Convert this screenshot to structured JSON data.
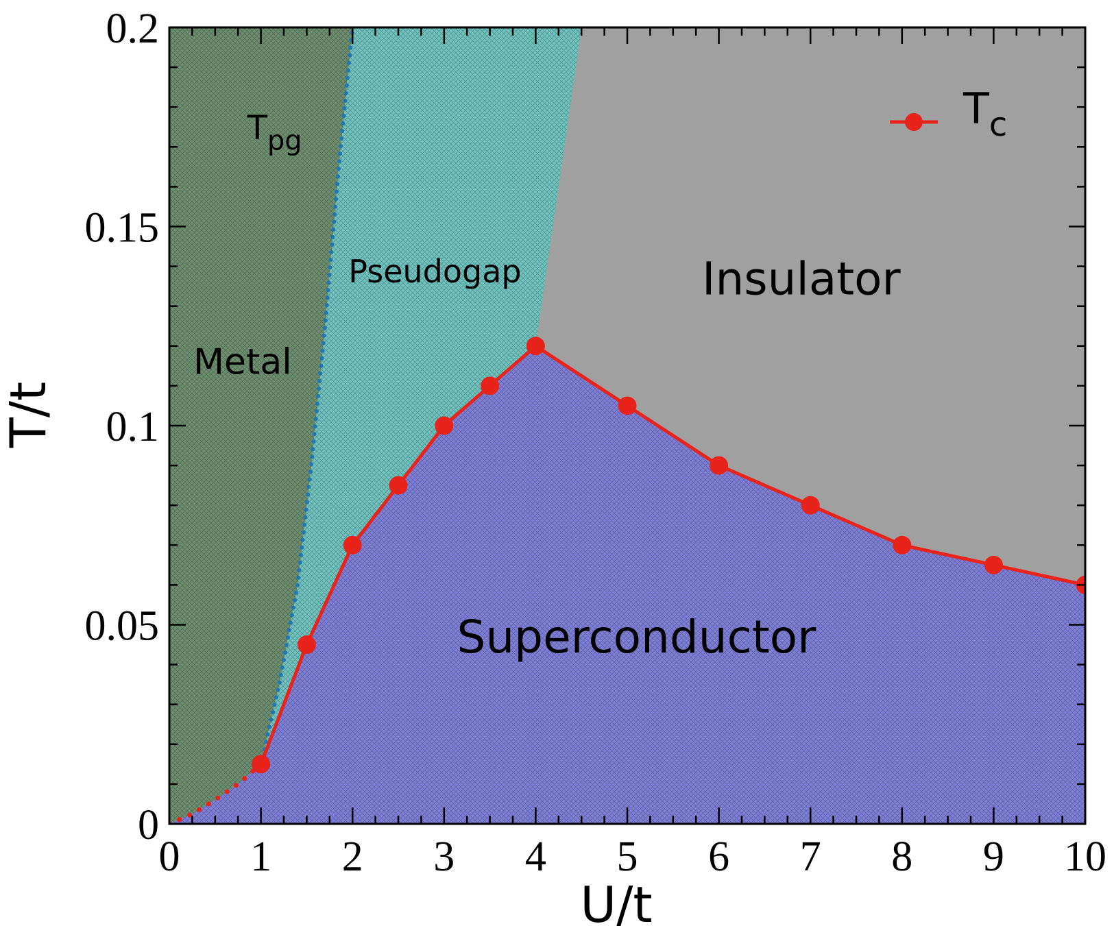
{
  "chart_data": {
    "type": "line",
    "title": "",
    "xlabel": "U/t",
    "ylabel": "T/t",
    "xlim": [
      0,
      10
    ],
    "ylim": [
      0,
      0.2
    ],
    "x_ticks": [
      "0",
      "1",
      "2",
      "3",
      "4",
      "5",
      "6",
      "7",
      "8",
      "9",
      "10"
    ],
    "y_ticks": [
      "0",
      "0.05",
      "0.1",
      "0.15",
      "0.2"
    ],
    "grid": false,
    "legend_position": "top-right",
    "series": [
      {
        "name": "T",
        "name_subscript": "c",
        "color": "#e8231c",
        "marker": "circle",
        "x": [
          1,
          1.5,
          2,
          2.5,
          3,
          3.5,
          4,
          5,
          6,
          7,
          8,
          9,
          10
        ],
        "y": [
          0.015,
          0.045,
          0.07,
          0.085,
          0.1,
          0.11,
          0.12,
          0.105,
          0.09,
          0.08,
          0.07,
          0.065,
          0.06
        ]
      },
      {
        "name": "",
        "style": "dotted",
        "color": "#e8231c",
        "x": [
          0,
          0.25,
          0.5,
          0.75,
          1
        ],
        "y": [
          0,
          0.0025,
          0.006,
          0.01,
          0.015
        ]
      },
      {
        "name": "",
        "style": "dotted",
        "color": "#1f77b4",
        "x": [
          1,
          1.2,
          1.4,
          1.55,
          1.7,
          1.85,
          2.0
        ],
        "y": [
          0.015,
          0.035,
          0.06,
          0.09,
          0.125,
          0.165,
          0.2
        ]
      }
    ],
    "annotations": [
      {
        "id": "metal",
        "text": "Metal",
        "x": 0.8,
        "y": 0.113
      },
      {
        "id": "tpg",
        "text": "T",
        "sub": "pg",
        "x": 1.15,
        "y": 0.172
      },
      {
        "id": "pseudogap",
        "text": "Pseudogap",
        "x": 2.9,
        "y": 0.136
      },
      {
        "id": "insulator",
        "text": "Insulator",
        "x": 6.9,
        "y": 0.133
      },
      {
        "id": "superconductor",
        "text": "Superconductor",
        "x": 5.1,
        "y": 0.043
      }
    ],
    "regions": {
      "metal": "#6e8e70",
      "pseudogap": "#6fc2bd",
      "insulator": "#a0a0a0",
      "superconductor": "#7f7fd8"
    }
  }
}
